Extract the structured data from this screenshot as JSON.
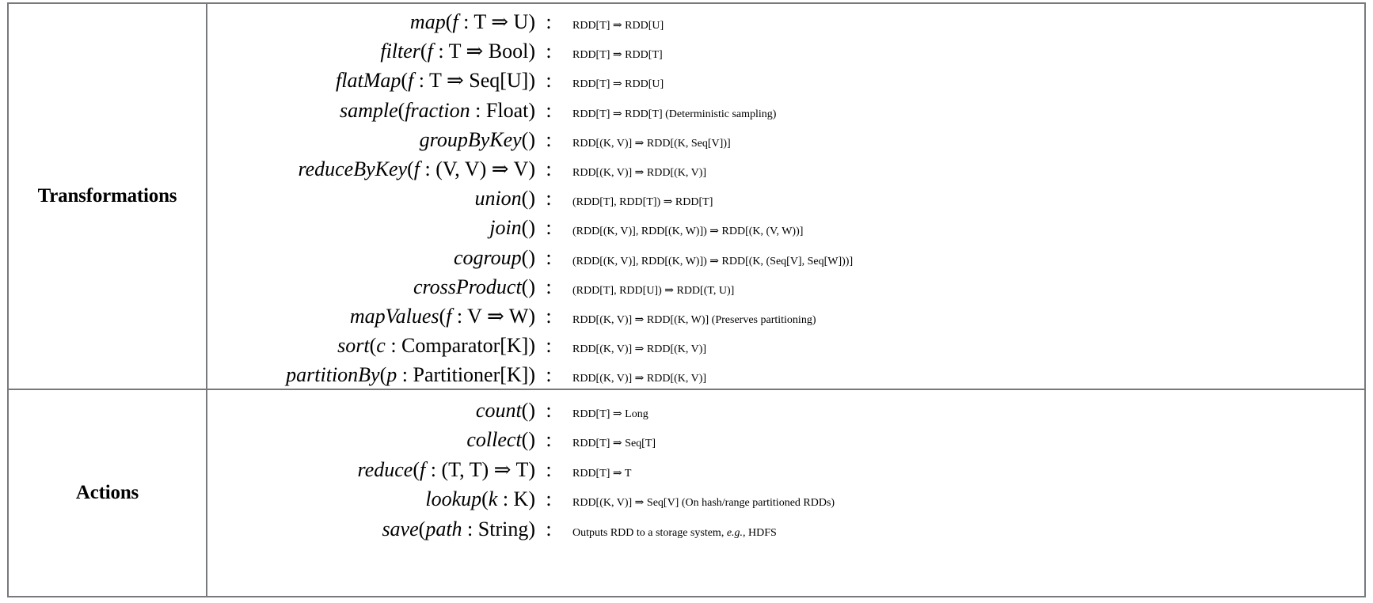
{
  "table": {
    "border_color": "#77797c",
    "text_color": "#000000",
    "background": "#ffffff",
    "sections": [
      {
        "label": "Transformations",
        "rows": [
          {
            "signature": "map(f : T ⇒ U)",
            "colon": ":",
            "type": "RDD[T] ⇒ RDD[U]"
          },
          {
            "signature": "filter(f : T ⇒ Bool)",
            "colon": ":",
            "type": "RDD[T] ⇒ RDD[T]"
          },
          {
            "signature": "flatMap(f : T ⇒ Seq[U])",
            "colon": ":",
            "type": "RDD[T] ⇒ RDD[U]"
          },
          {
            "signature": "sample(fraction : Float)",
            "colon": ":",
            "type": "RDD[T] ⇒ RDD[T]  (Deterministic sampling)"
          },
          {
            "signature": "groupByKey()",
            "colon": ":",
            "type": "RDD[(K, V)] ⇒ RDD[(K, Seq[V])]"
          },
          {
            "signature": "reduceByKey(f : (V, V) ⇒ V)",
            "colon": ":",
            "type": "RDD[(K, V)] ⇒ RDD[(K, V)]"
          },
          {
            "signature": "union()",
            "colon": ":",
            "type": "(RDD[T], RDD[T]) ⇒ RDD[T]"
          },
          {
            "signature": "join()",
            "colon": ":",
            "type": "(RDD[(K, V)], RDD[(K, W)]) ⇒ RDD[(K, (V, W))]"
          },
          {
            "signature": "cogroup()",
            "colon": ":",
            "type": "(RDD[(K, V)], RDD[(K, W)]) ⇒ RDD[(K, (Seq[V], Seq[W]))]"
          },
          {
            "signature": "crossProduct()",
            "colon": ":",
            "type": "(RDD[T], RDD[U]) ⇒ RDD[(T, U)]"
          },
          {
            "signature": "mapValues(f : V ⇒ W)",
            "colon": ":",
            "type": "RDD[(K, V)] ⇒ RDD[(K, W)]  (Preserves partitioning)"
          },
          {
            "signature": "sort(c : Comparator[K])",
            "colon": ":",
            "type": "RDD[(K, V)] ⇒ RDD[(K, V)]"
          },
          {
            "signature": "partitionBy(p : Partitioner[K])",
            "colon": ":",
            "type": "RDD[(K, V)] ⇒ RDD[(K, V)]"
          }
        ]
      },
      {
        "label": "Actions",
        "rows": [
          {
            "signature": "count()",
            "colon": ":",
            "type": "RDD[T] ⇒ Long"
          },
          {
            "signature": "collect()",
            "colon": ":",
            "type": "RDD[T] ⇒ Seq[T]"
          },
          {
            "signature": "reduce(f : (T, T) ⇒ T)",
            "colon": ":",
            "type": "RDD[T] ⇒ T"
          },
          {
            "signature": "lookup(k : K)",
            "colon": ":",
            "type": "RDD[(K, V)] ⇒ Seq[V]  (On hash/range partitioned RDDs)"
          },
          {
            "signature": "save(path : String)",
            "colon": ":",
            "type": "Outputs RDD to a storage system, e.g., HDFS"
          }
        ]
      }
    ]
  }
}
